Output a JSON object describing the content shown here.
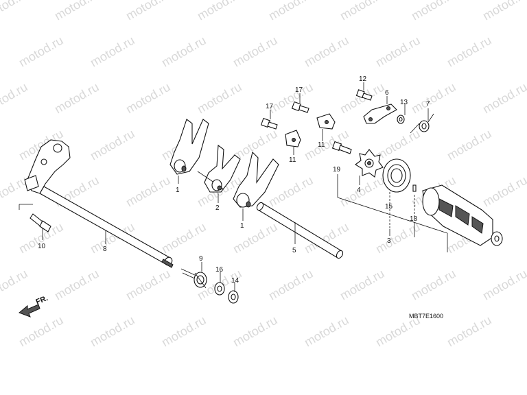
{
  "watermark": "motod.ru",
  "diagram_code": "MBT7E1600",
  "front_arrow_label": "FR.",
  "callouts": {
    "p1a": "1",
    "p1b": "1",
    "p2": "2",
    "p3": "3",
    "p4": "4",
    "p5": "5",
    "p6": "6",
    "p7": "7",
    "p8": "8",
    "p9": "9",
    "p10": "10",
    "p11a": "11",
    "p11b": "11",
    "p12": "12",
    "p13": "13",
    "p14": "14",
    "p15": "15",
    "p16": "16",
    "p17a": "17",
    "p17b": "17",
    "p18": "18",
    "p19": "19"
  }
}
